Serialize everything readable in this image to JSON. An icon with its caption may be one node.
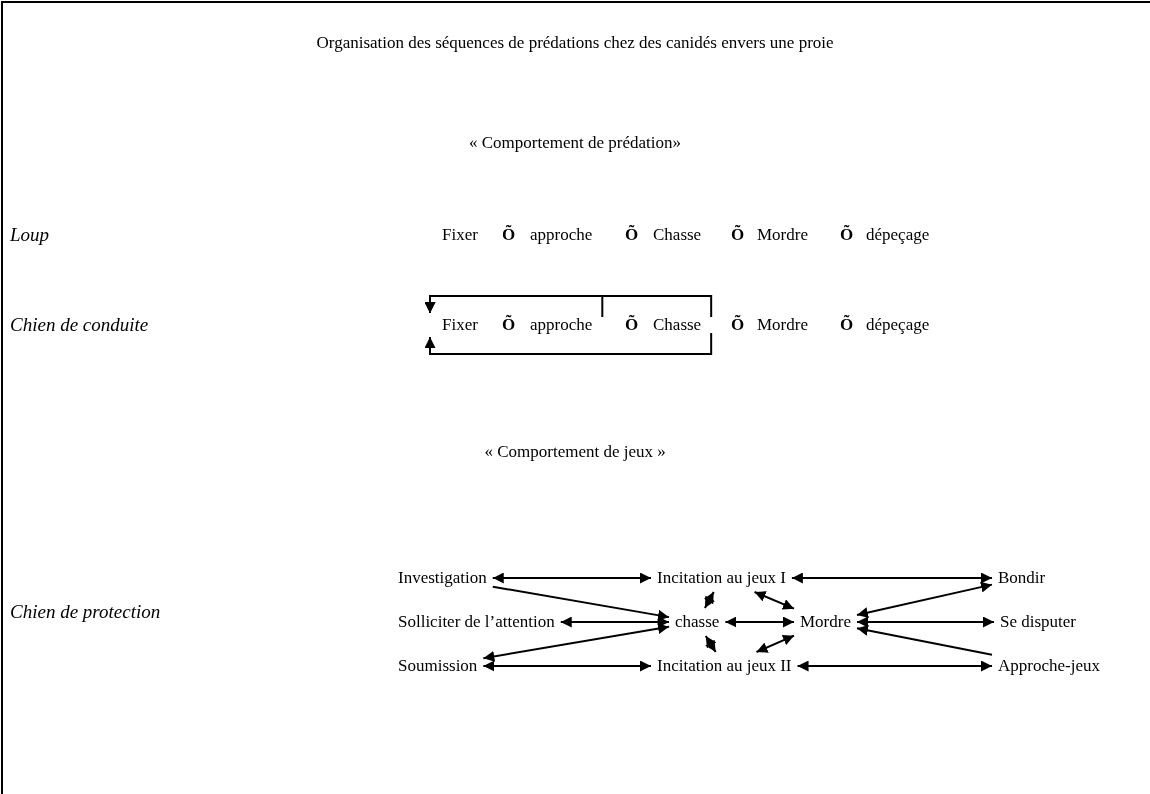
{
  "diagram": {
    "title": "Organisation des séquences de prédations chez des canidés envers une proie",
    "nodes": [
      {
        "text": [
          "Fixer"
        ]
      },
      {
        "text": [
          "approche"
        ]
      },
      {
        "text": [
          "Chasse"
        ]
      },
      {
        "text": [
          "Mordre"
        ]
      },
      {
        "text": [
          "dépeçage"
        ]
      },
      {
        "text": [
          "Fixer"
        ]
      },
      {
        "text": [
          "approche"
        ]
      },
      {
        "text": [
          "Chasse"
        ]
      },
      {
        "text": [
          "Mordre"
        ]
      },
      {
        "text": [
          "dépeçage"
        ]
      },
      {
        "text": [
          "Investigation"
        ]
      },
      {
        "text": [
          "Incitation au jeux I"
        ]
      },
      {
        "text": [
          "Bondir"
        ]
      },
      {
        "text": [
          "Solliciter de l’attention"
        ]
      },
      {
        "text": [
          "chasse"
        ]
      },
      {
        "text": [
          "Mordre"
        ]
      },
      {
        "text": [
          "Se disputer"
        ]
      },
      {
        "text": [
          "Soumission"
        ]
      },
      {
        "text": [
          "Incitation au jeux II"
        ]
      },
      {
        "text": [
          "Approche-jeux"
        ]
      }
    ],
    "edges": [
      {
        "from": 7,
        "to": 5,
        "arrow": "to"
      },
      {
        "from": 6,
        "to": 5,
        "arrow": "to"
      },
      {
        "from": 7,
        "to": 5,
        "arrow": "to"
      },
      {
        "from": 10,
        "to": 11,
        "arrow": "both"
      },
      {
        "from": 11,
        "to": 12,
        "arrow": "both"
      },
      {
        "from": 10,
        "to": 14,
        "arrow": "to"
      },
      {
        "from": 11,
        "to": 14,
        "arrow": "both"
      },
      {
        "from": 11,
        "to": 15,
        "arrow": "both"
      },
      {
        "from": 12,
        "to": 15,
        "arrow": "both"
      },
      {
        "from": 13,
        "to": 14,
        "arrow": "both"
      },
      {
        "from": 14,
        "to": 15,
        "arrow": "both"
      },
      {
        "from": 15,
        "to": 16,
        "arrow": "both"
      },
      {
        "from": 17,
        "to": 14,
        "arrow": "both"
      },
      {
        "from": 17,
        "to": 18,
        "arrow": "both"
      },
      {
        "from": 14,
        "to": 18,
        "arrow": "both"
      },
      {
        "from": 15,
        "to": 18,
        "arrow": "both"
      },
      {
        "from": 18,
        "to": 19,
        "arrow": "both"
      },
      {
        "from": 19,
        "to": 15,
        "arrow": "to"
      }
    ],
    "labels": [
      "« Comportement de prédation»",
      "Loup",
      "Õ",
      "Õ",
      "Õ",
      "Õ",
      "Chien de conduite",
      "Õ",
      "Õ",
      "Õ",
      "Õ",
      "« Comportement de jeux »",
      "Chien de protection"
    ]
  }
}
